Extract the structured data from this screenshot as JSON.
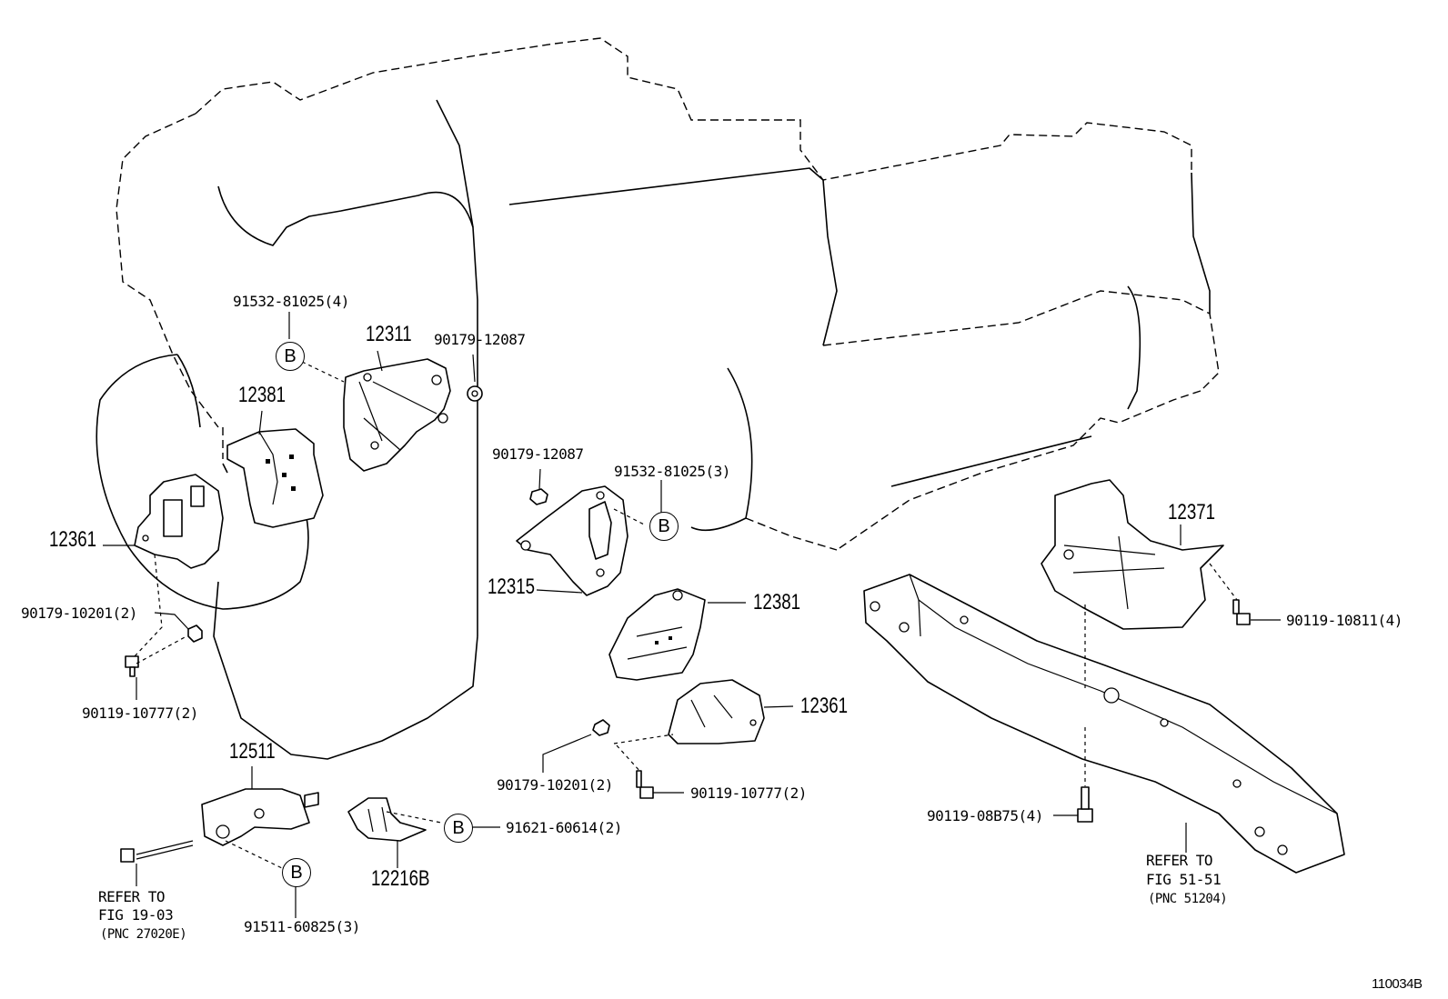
{
  "diagram_id": "110034B",
  "parts": [
    {
      "key": "p12311",
      "text": "12311"
    },
    {
      "key": "p12381a",
      "text": "12381"
    },
    {
      "key": "p12361a",
      "text": "12361"
    },
    {
      "key": "p12315",
      "text": "12315"
    },
    {
      "key": "p12381b",
      "text": "12381"
    },
    {
      "key": "p12361b",
      "text": "12361"
    },
    {
      "key": "p12371",
      "text": "12371"
    },
    {
      "key": "p12511",
      "text": "12511"
    },
    {
      "key": "p12216b",
      "text": "12216B"
    }
  ],
  "fasteners": {
    "f1": "91532-81025(4)",
    "f2": "90179-12087",
    "f3": "90179-12087",
    "f4": "91532-81025(3)",
    "f5": "90179-10201(2)",
    "f6": "90119-10777(2)",
    "f7": "90179-10201(2)",
    "f8": "90119-10777(2)",
    "f9": "90119-10811(4)",
    "f10": "90119-08B75(4)",
    "f11": "91621-60614(2)",
    "f12": "91511-60825(3)"
  },
  "circle_marker": "B",
  "references": {
    "left": {
      "line1": "REFER TO",
      "line2": "FIG 19-03",
      "line3": "(PNC 27020E)"
    },
    "right": {
      "line1": "REFER TO",
      "line2": "FIG 51-51",
      "line3": "(PNC 51204)"
    }
  }
}
